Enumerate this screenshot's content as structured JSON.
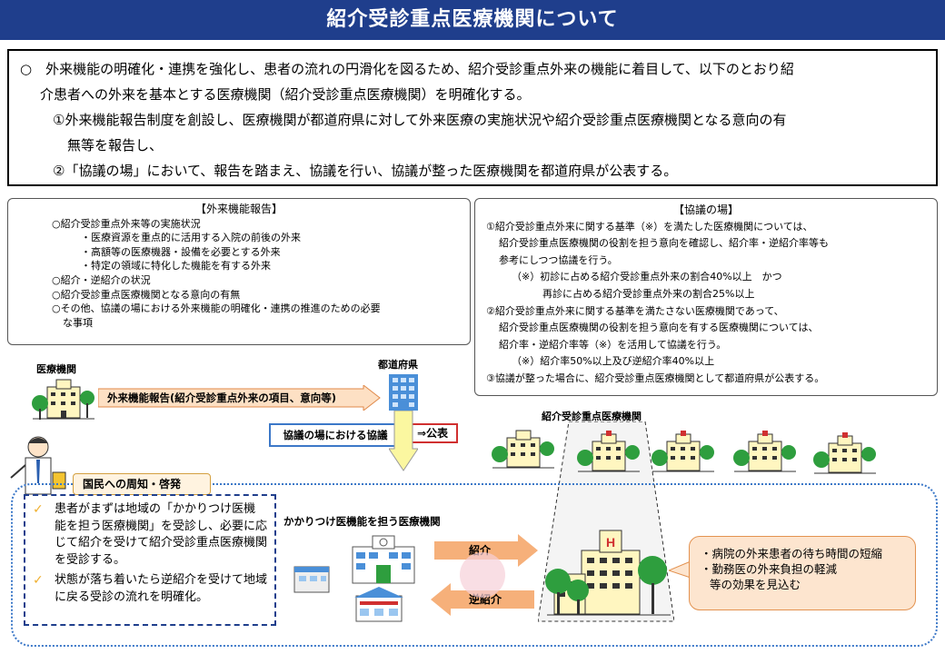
{
  "title": "紹介受診重点医療機関について",
  "main_box": {
    "line1": "○　外来機能の明確化・連携を強化し、患者の流れの円滑化を図るため、紹介受診重点外来の機能に着目して、以下のとおり紹",
    "line2": "介患者への外来を基本とする医療機関（紹介受診重点医療機関）を明確化する。",
    "line3": "①外来機能報告制度を創設し、医療機関が都道府県に対して外来医療の実施状況や紹介受診重点医療機関となる意向の有",
    "line4": "無等を報告し、",
    "line5": "②「協議の場」において、報告を踏まえ、協議を行い、協議が整った医療機関を都道府県が公表する。"
  },
  "report_box": {
    "heading": "【外来機能報告】",
    "lines": [
      "○紹介受診重点外来等の実施状況",
      "・医療資源を重点的に活用する入院の前後の外来",
      "・高額等の医療機器・設備を必要とする外来",
      "・特定の領域に特化した機能を有する外来",
      "○紹介・逆紹介の状況",
      "○紹介受診重点医療機関となる意向の有無",
      "○その他、協議の場における外来機能の明確化・連携の推進のための必要",
      "な事項"
    ]
  },
  "council_box": {
    "heading": "【協議の場】",
    "lines": [
      "①紹介受診重点外来に関する基準（※）を満たした医療機関については、",
      "紹介受診重点医療機関の役割を担う意向を確認し、紹介率・逆紹介率等も",
      "参考にしつつ協議を行う。",
      "（※）初診に占める紹介受診重点外来の割合40%以上　かつ",
      "再診に占める紹介受診重点外来の割合25%以上",
      "②紹介受診重点外来に関する基準を満たさない医療機関であって、",
      "紹介受診重点医療機関の役割を担う意向を有する医療機関については、",
      "紹介率・逆紹介率等（※）を活用して協議を行う。",
      "（※）紹介率50%以上及び逆紹介率40%以上",
      "③協議が整った場合に、紹介受診重点医療機関として都道府県が公表する。"
    ]
  },
  "flow": {
    "medical_institution": "医療機関",
    "prefecture": "都道府県",
    "report_arrow": "外来機能報告(紹介受診重点外来の項目、意向等)",
    "council_label": "協議の場における協議",
    "publish_label": "⇒公表",
    "key_institutions_label": "紹介受診重点医療機関"
  },
  "notice": {
    "label": "国民への周知・啓発",
    "item1": "患者がまずは地域の「かかりつけ医機能を担う医療機関」を受診し、必要に応じて紹介を受けて紹介受診重点医療機関を受診する。",
    "item2": "状態が落ち着いたら逆紹介を受けて地域に戻る受診の流れを明確化。"
  },
  "family_doctor_label": "かかりつけ医機能を担う医療機関",
  "referral_label": "紹介",
  "reverse_referral_label": "逆紹介",
  "effects": {
    "line1": "・病院の外来患者の待ち時間の短縮",
    "line2": "・勤務医の外来負担の軽減",
    "line3": "等の効果を見込む"
  },
  "colors": {
    "title_bg": "#1f3e8c",
    "arrow_orange": "#f4a460",
    "building_green": "#2e9e3e"
  }
}
